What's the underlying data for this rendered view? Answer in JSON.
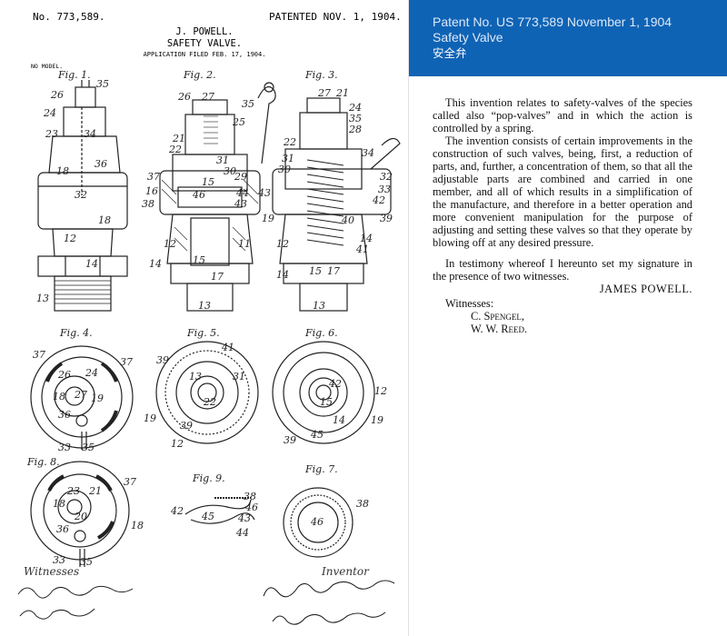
{
  "panel": {
    "patent_line": "Patent No. US 773,589 November 1, 1904",
    "title_en": "Safety Valve",
    "title_zh": "安全弁"
  },
  "sheet": {
    "patent_no": "No. 773,589.",
    "patented": "PATENTED NOV. 1, 1904.",
    "inventor_header": "J. POWELL.",
    "title": "SAFETY VALVE.",
    "filed": "APPLICATION FILED FEB. 17, 1904.",
    "no_model": "NO MODEL.",
    "witnesses_label": "Witnesses",
    "inventor_label": "Inventor",
    "figures": [
      "Fig. 1.",
      "Fig. 2.",
      "Fig. 3.",
      "Fig. 4.",
      "Fig. 5.",
      "Fig. 6.",
      "Fig. 8.",
      "Fig. 9.",
      "Fig. 7."
    ],
    "part_numbers": [
      "26",
      "35",
      "24",
      "23",
      "34",
      "18",
      "36",
      "32",
      "18",
      "12",
      "14",
      "13",
      "26",
      "27",
      "35",
      "25",
      "21",
      "22",
      "31",
      "30",
      "29",
      "37",
      "15",
      "16",
      "46",
      "44",
      "43",
      "38",
      "19",
      "11",
      "12",
      "17",
      "15",
      "14",
      "13",
      "27",
      "21",
      "24",
      "35",
      "28",
      "22",
      "31",
      "30",
      "32",
      "33",
      "42",
      "43",
      "34",
      "39",
      "40",
      "14",
      "12",
      "41",
      "15",
      "17",
      "14",
      "13",
      "37",
      "26",
      "24",
      "27",
      "18",
      "19",
      "36",
      "37",
      "33",
      "35",
      "41",
      "39",
      "13",
      "31",
      "22",
      "19",
      "39",
      "12",
      "42",
      "12",
      "15",
      "14",
      "19",
      "39",
      "45",
      "37",
      "23",
      "21",
      "18",
      "20",
      "36",
      "33",
      "35",
      "18",
      "38",
      "46",
      "42",
      "45",
      "43",
      "44",
      "38",
      "46"
    ]
  },
  "text": {
    "para1": "This invention relates to safety-valves of the species called also “pop-valves” and in which the action is controlled by a spring.",
    "para2": "The invention consists of certain improvements in the construction of such valves, being, first, a reduction of parts, and, further, a concentration of them, so that all the adjustable parts are combined and carried in one member, and all of which results in a simplification of the manufacture, and therefore in a better operation and more convenient manipulation for the purpose of adjusting and setting these valves so that they operate by blowing off at any desired pressure.",
    "para3": "In testimony whereof I hereunto set my signature in the presence of two witnesses.",
    "signature": "JAMES POWELL.",
    "witnesses_label": "Witnesses:",
    "witness1": "C. Spengel,",
    "witness2": "W. W. Reed."
  }
}
